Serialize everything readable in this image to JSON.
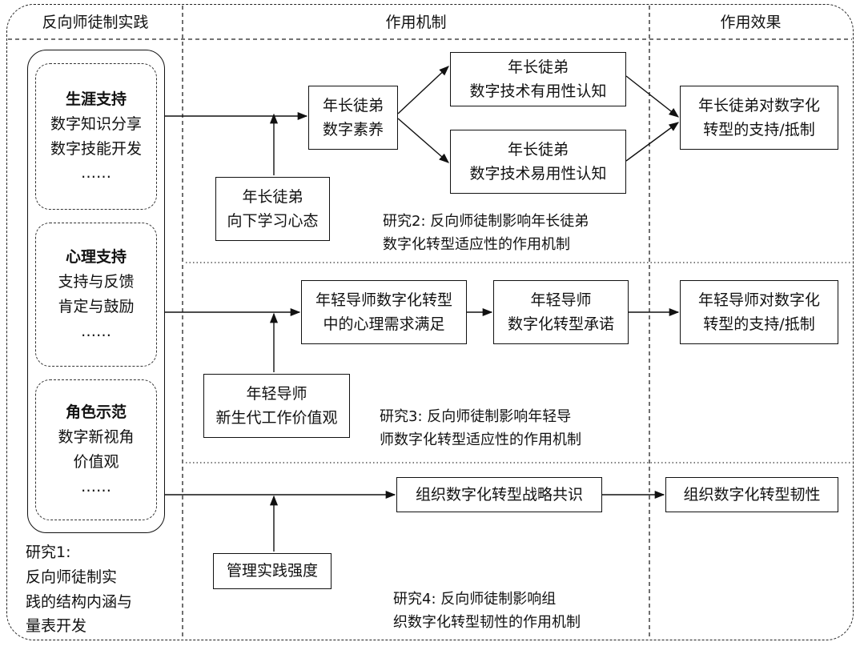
{
  "headers": {
    "col1": "反向师徒制实践",
    "col2": "作用机制",
    "col3": "作用效果"
  },
  "practice_groups": [
    {
      "title": "生涯支持",
      "items": [
        "数字知识分享",
        "数字技能开发",
        "……"
      ]
    },
    {
      "title": "心理支持",
      "items": [
        "支持与反馈",
        "肯定与鼓励",
        "……"
      ]
    },
    {
      "title": "角色示范",
      "items": [
        "数字新视角",
        "价值观",
        "……"
      ]
    }
  ],
  "study1": {
    "lines": [
      "研究1:",
      "反向师徒制实",
      "践的结构内涵与",
      "量表开发"
    ]
  },
  "section2": {
    "literacy": [
      "年长徒弟",
      "数字素养"
    ],
    "usefulness": [
      "年长徒弟",
      "数字技术有用性认知"
    ],
    "ease": [
      "年长徒弟",
      "数字技术易用性认知"
    ],
    "mindset": [
      "年长徒弟",
      "向下学习心态"
    ],
    "outcome": [
      "年长徒弟对数字化",
      "转型的支持/抵制"
    ],
    "study": [
      "研究2: 反向师徒制影响年长徒弟",
      "数字化转型适应性的作用机制"
    ]
  },
  "section3": {
    "needs": [
      "年轻导师数字化转型",
      "中的心理需求满足"
    ],
    "commitment": [
      "年轻导师",
      "数字化转型承诺"
    ],
    "values": [
      "年轻导师",
      "新生代工作价值观"
    ],
    "outcome": [
      "年轻导师对数字化",
      "转型的支持/抵制"
    ],
    "study": [
      "研究3: 反向师徒制影响年轻导",
      "师数字化转型适应性的作用机制"
    ]
  },
  "section4": {
    "consensus": "组织数字化转型战略共识",
    "intensity": "管理实践强度",
    "outcome": "组织数字化转型韧性",
    "study": [
      "研究4: 反向师徒制影响组",
      "织数字化转型韧性的作用机制"
    ]
  }
}
